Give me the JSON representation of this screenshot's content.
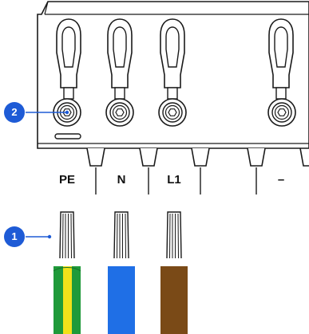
{
  "terminals": [
    {
      "label": "PE"
    },
    {
      "label": "N"
    },
    {
      "label": "L1"
    },
    {
      "label": ""
    },
    {
      "label": "–"
    }
  ],
  "callouts": [
    {
      "number": "1"
    },
    {
      "number": "2"
    }
  ],
  "colors": {
    "line": "#1a1a1a",
    "accent": "#1e5bd6",
    "pe_green": "#1f9a3a",
    "pe_yellow": "#f2e11a",
    "neutral_blue": "#1f6fe6",
    "live_brown": "#7a4a17"
  },
  "wires": [
    {
      "name": "PE",
      "insulation": "green-yellow"
    },
    {
      "name": "N",
      "insulation": "blue"
    },
    {
      "name": "L1",
      "insulation": "brown"
    }
  ]
}
